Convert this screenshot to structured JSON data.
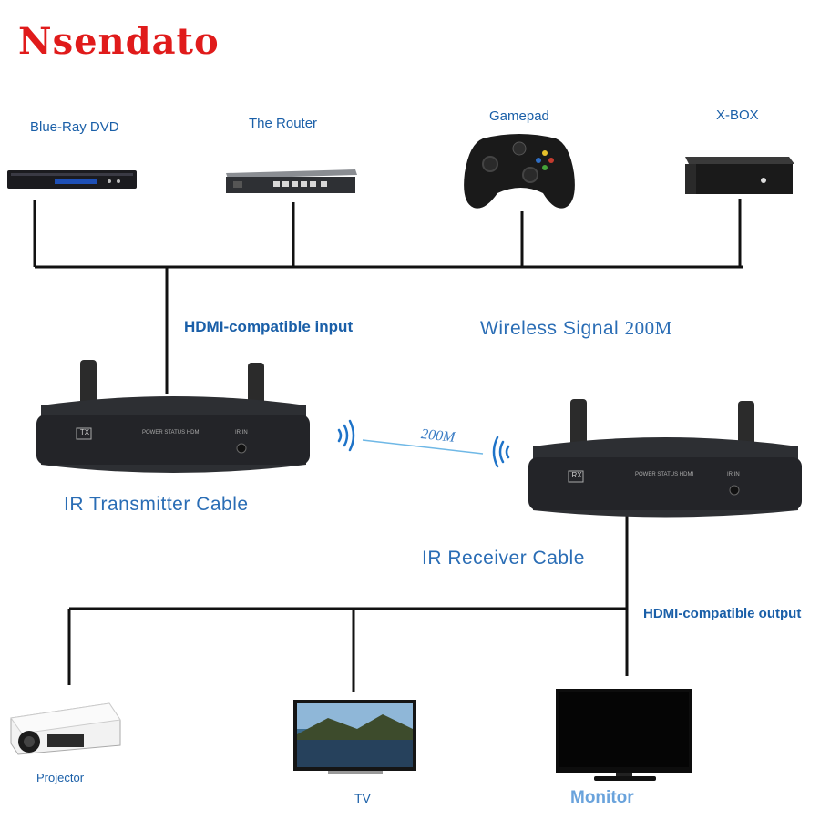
{
  "brand": "Nsendato",
  "sources": [
    {
      "label": "Blue-Ray DVD"
    },
    {
      "label": "The Router"
    },
    {
      "label": "Gamepad"
    },
    {
      "label": "X-BOX"
    }
  ],
  "hdmi_input_label": "HDMI-compatible input",
  "wireless_label": "Wireless Signal",
  "wireless_speed": "200M",
  "link_speed": "200M",
  "transmitter": {
    "label": "IR Transmitter Cable",
    "badge": "TX",
    "indicators": "POWER  STATUS  HDMI",
    "ir_label": "IR IN"
  },
  "receiver": {
    "label": "IR Receiver Cable",
    "badge": "RX",
    "indicators": "POWER  STATUS  HDMI",
    "ir_label": "IR IN"
  },
  "hdmi_output_label": "HDMI-compatible output",
  "outputs": [
    {
      "label": "Projector"
    },
    {
      "label": "TV"
    },
    {
      "label": "Monitor"
    }
  ]
}
